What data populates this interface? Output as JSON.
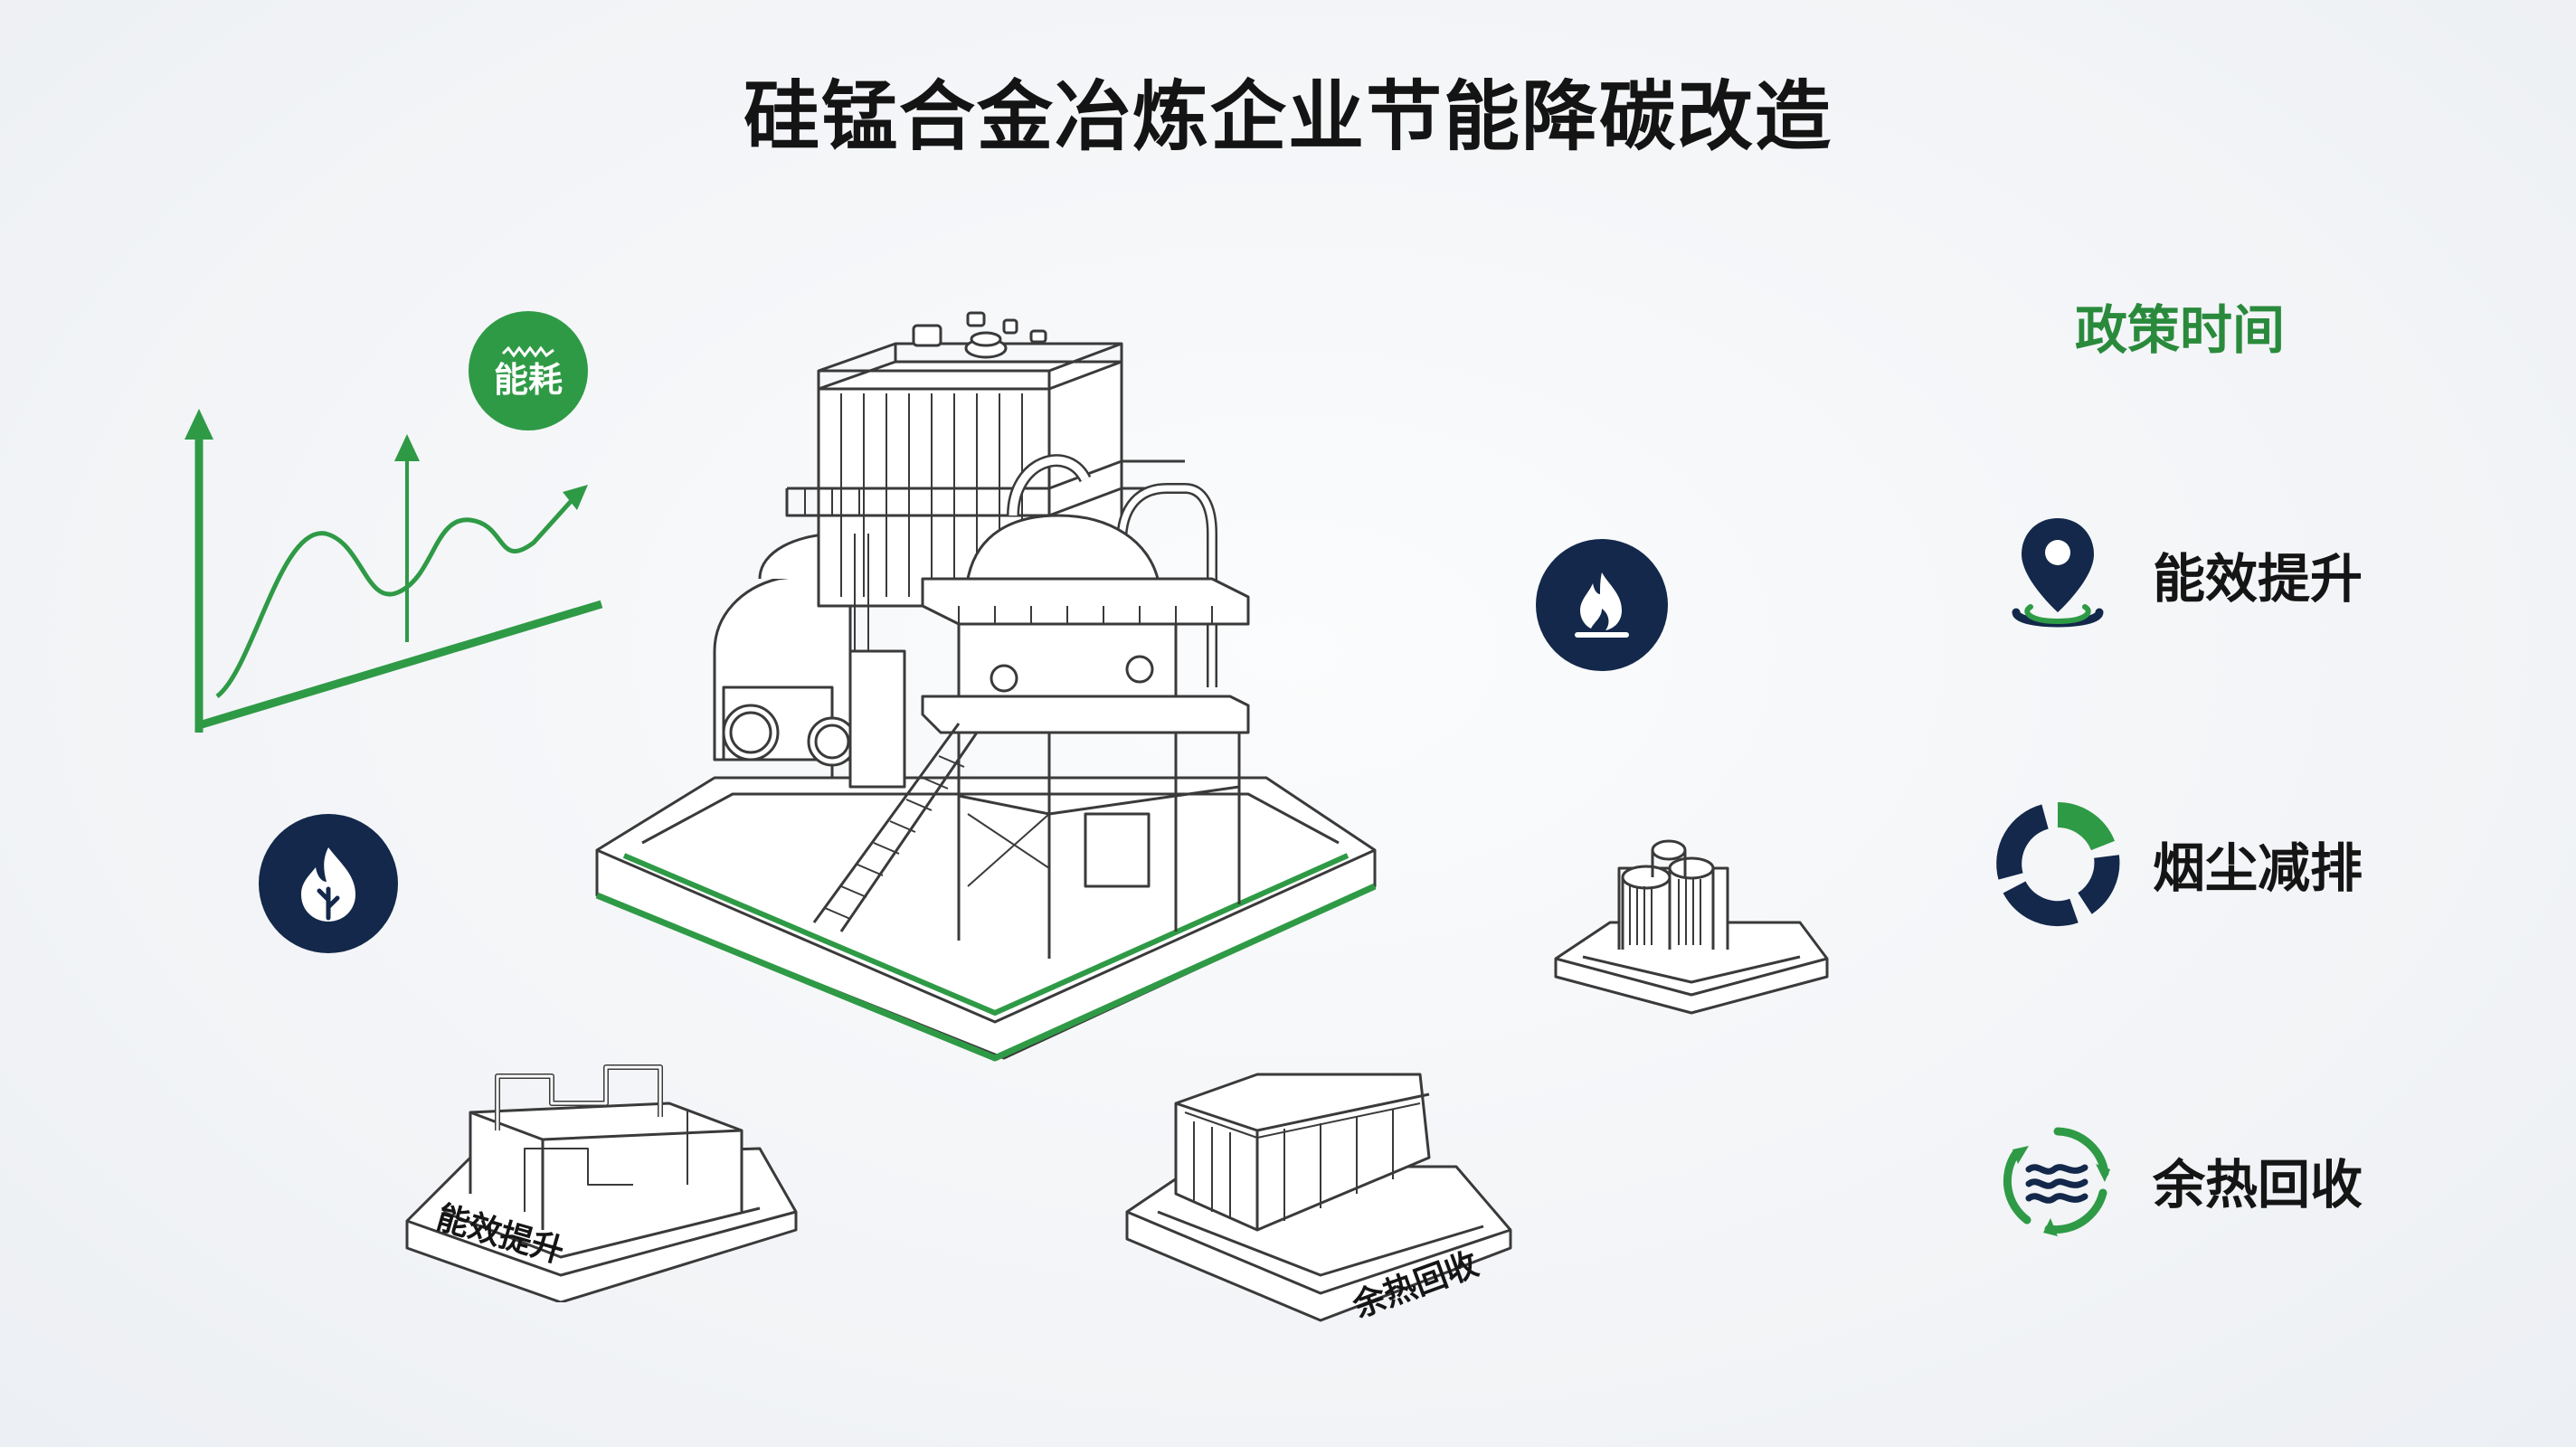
{
  "title": "硅锰合金冶炼企业节能降碳改造",
  "chart_badge": {
    "label": "能耗",
    "icon": "wave-icon"
  },
  "policy": {
    "heading": "政策时间",
    "items": [
      {
        "label": "能效提升",
        "icon": "location-pin-icon"
      },
      {
        "label": "烟尘减排",
        "icon": "ring-segments-icon"
      },
      {
        "label": "余热回收",
        "icon": "recycle-wave-icon"
      }
    ]
  },
  "modules": {
    "left": {
      "label": "能效提升"
    },
    "middle": {
      "label": "余热回收"
    }
  },
  "badges": {
    "flame": "flame-icon",
    "leaf_flame": "leaf-flame-icon"
  },
  "colors": {
    "navy": "#13284a",
    "green": "#2f9a46",
    "line": "#3a3a3a"
  }
}
